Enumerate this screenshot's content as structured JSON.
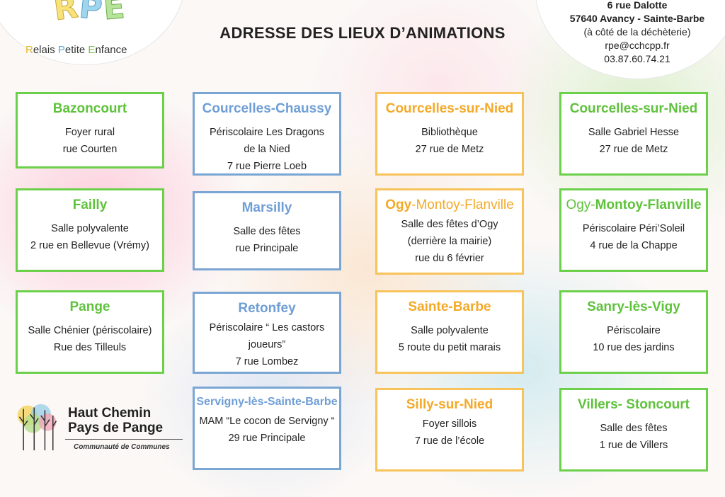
{
  "header": {
    "logo": {
      "letters": [
        "R",
        "P",
        "E"
      ]
    },
    "tagline": {
      "r": "R",
      "r_rest": "elais ",
      "p": "P",
      "p_rest": "etite ",
      "e": "E",
      "e_rest": "nfance"
    },
    "title": "ADRESSE DES LIEUX D’ANIMATIONS",
    "contact": {
      "street": "6 rue Dalotte",
      "city": "57640 Avancy - Sainte-Barbe",
      "note": "(à côté de la déchèterie)",
      "email": "rpe@cchcpp.fr",
      "phone": "03.87.60.74.21"
    }
  },
  "colors": {
    "green": "#6cd04a",
    "blue": "#7aa6d4",
    "orange": "#f7c35a"
  },
  "cards": [
    {
      "title": "Bazoncourt",
      "lines": [
        "Foyer rural",
        "rue Courten"
      ]
    },
    {
      "title": "Courcelles-Chaussy",
      "lines": [
        "Périscolaire Les Dragons",
        "de la Nied",
        "7 rue Pierre Loeb"
      ]
    },
    {
      "title": "Courcelles-sur-Nied",
      "lines": [
        "Bibliothèque",
        "27 rue de Metz"
      ]
    },
    {
      "title": "Courcelles-sur-Nied",
      "lines": [
        "Salle Gabriel Hesse",
        "27 rue de Metz"
      ]
    },
    {
      "title": "Failly",
      "lines": [
        "Salle polyvalente",
        "2 rue en Bellevue (Vrémy)"
      ]
    },
    {
      "title": "Marsilly",
      "lines": [
        "Salle des fêtes",
        "rue Principale"
      ]
    },
    {
      "title_part1": "Ogy",
      "title_part2": "-Montoy-Flanville",
      "lines": [
        "Salle des fêtes d’Ogy",
        "(derrière la mairie)",
        "rue du 6 février"
      ]
    },
    {
      "title_part1": "Ogy-",
      "title_part2": "Montoy-Flanville",
      "lines": [
        "Périscolaire Péri’Soleil",
        "4 rue de la Chappe"
      ]
    },
    {
      "title": "Pange",
      "lines": [
        "Salle Chénier (périscolaire)",
        "Rue des Tilleuls"
      ]
    },
    {
      "title": "Retonfey",
      "lines": [
        "Périscolaire “ Les castors",
        "joueurs”",
        "7 rue Lombez"
      ]
    },
    {
      "title": "Sainte-Barbe",
      "lines": [
        "Salle polyvalente",
        "5 route du petit marais"
      ]
    },
    {
      "title": "Sanry-lès-Vigy",
      "lines": [
        "Périscolaire",
        "10 rue des jardins"
      ]
    },
    {
      "title": "Servigny-lès-Sainte-Barbe",
      "lines": [
        "MAM “Le cocon de Servigny “",
        "29 rue Principale"
      ]
    },
    {
      "title": "Silly-sur-Nied",
      "lines": [
        "Foyer sillois",
        "7 rue de l’école"
      ]
    },
    {
      "title": "Villers- Stoncourt",
      "lines": [
        "Salle des fêtes",
        "1 rue de Villers"
      ]
    }
  ],
  "footer_logo": {
    "line1": "Haut Chemin",
    "line2": "Pays de Pange",
    "sub": "Communauté de Communes"
  }
}
